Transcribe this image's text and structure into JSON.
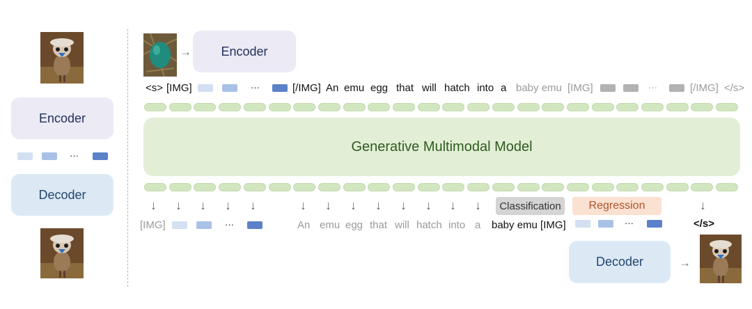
{
  "left": {
    "encoder_label": "Encoder",
    "decoder_label": "Decoder",
    "ellipsis": "···"
  },
  "top": {
    "encoder_label": "Encoder",
    "tokens": {
      "s_open": "<s>",
      "img_open": "[IMG]",
      "ellipsis": "···",
      "img_close": "[/IMG]",
      "caption": [
        "An",
        "emu",
        "egg",
        "that",
        "will",
        "hatch",
        "into",
        "a"
      ],
      "baby_emu": "baby emu",
      "img_open_gray": "[IMG]",
      "ellipsis_gray": "···",
      "img_close_gray": "[/IMG]",
      "s_close_gray": "</s>"
    }
  },
  "model": {
    "label": "Generative Multimodal Model"
  },
  "bottom": {
    "img_open": "[IMG]",
    "ellipsis": "···",
    "caption": [
      "An",
      "emu",
      "egg",
      "that",
      "will",
      "hatch",
      "into",
      "a"
    ],
    "baby_emu_img": "baby emu [IMG]",
    "ellipsis2": "···",
    "s_close": "</s>",
    "classification_label": "Classification",
    "regression_label": "Regression",
    "decoder_label": "Decoder"
  },
  "colors": {
    "token_light": "#d3e0f2",
    "token_mid": "#a9c1e6",
    "token_dark": "#5b82c9",
    "token_gray": "#b2b2b2",
    "pill_green": "#d2e6bf",
    "model_bg": "#e2efd6",
    "classification_bg": "#d4d4d4",
    "regression_bg": "#fbe1d2"
  }
}
